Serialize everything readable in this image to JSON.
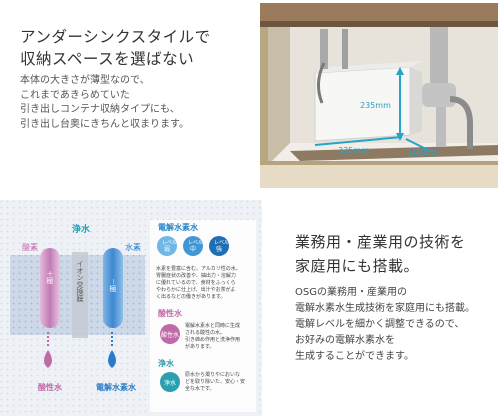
{
  "top": {
    "headline": [
      "アンダーシンクスタイルで",
      "収納スペースを選ばない"
    ],
    "paragraph": [
      "本体の大きさが薄型なので、",
      "これまであきらめていた",
      "引き出しコンテナ収納タイプにも、",
      "引き出し台奥にきちんと収まります。"
    ],
    "dimensions": {
      "height": "235mm",
      "width": "335mm",
      "depth": "100mm"
    }
  },
  "diagram": {
    "labels": {
      "acid_top": "酸素",
      "pure_water": "浄水",
      "hydrogen_top": "水素",
      "minus_pole": "－極",
      "plus_pole": "＋極",
      "membrane": "イオン交換膜",
      "acidic_water": "酸性水",
      "electrolyzed_water": "電解水素水"
    },
    "panel": {
      "section1_title": "電解水素水",
      "levels": [
        "レベル\n弱",
        "レベル\n中",
        "レベル\n強"
      ],
      "section1_text": [
        "水素を豊富に含む。アルカリ性の水。",
        "胃腸症状の改善や、抽出力・溶解力",
        "に優れているので、食材をふっくら",
        "やわらかに仕上げ、出汁やお茶がよ",
        "く出るなどの働きがあります。"
      ],
      "section2_title": "酸性水",
      "section2_badge": "酸性水",
      "section2_text": [
        "電解水素水と同時に生成",
        "される酸性の水。",
        "引き締め作用と洗浄作用",
        "があります。"
      ],
      "section3_title": "浄水",
      "section3_badge": "浄水",
      "section3_text": [
        "原水から濁りやにおいな",
        "どを取り除いた、安心・安",
        "全な水です。"
      ]
    }
  },
  "right": {
    "title": [
      "業務用・産業用の技術を",
      "家庭用にも搭載。"
    ],
    "text": [
      "OSGの業務用・産業用の",
      "電解水素水生成技術を家庭用にも搭載。",
      "電解レベルを細かく調整できるので、",
      "お好みの電解水素水を",
      "生成することができます。"
    ]
  },
  "colors": {
    "acid": "#c06aa8",
    "hydrogen": "#2a7bc9",
    "pure": "#2a9fb0",
    "panel_head": "#2a86c8"
  }
}
